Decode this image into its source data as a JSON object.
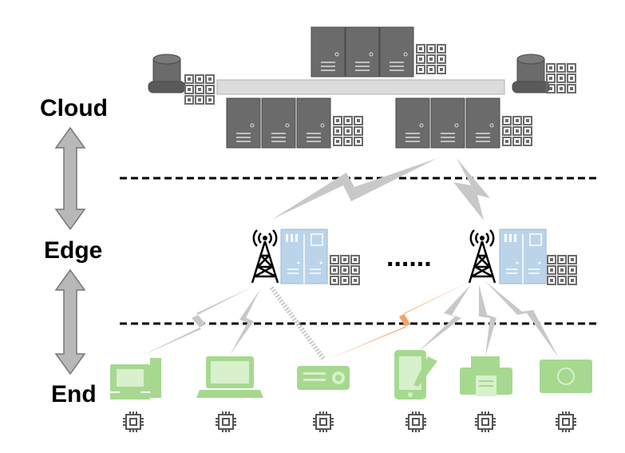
{
  "tiers": {
    "cloud": "Cloud",
    "edge": "Edge",
    "end": "End"
  },
  "edge_separator": "......",
  "colors": {
    "server": "#6b6b6b",
    "server_dark": "#555555",
    "edge_server": "#bcd4ea",
    "device": "#a6d98f",
    "link": "#c8c8c8",
    "link_highlight": "#f4a46a",
    "arrow": "#b5b5b5",
    "tower": "#000000"
  },
  "icons": {
    "cloud_servers": "server-rack-icon",
    "database": "database-icon",
    "processor_cluster": "processor-cluster-icon",
    "tower": "radio-tower-icon",
    "edge_server": "edge-server-icon",
    "chip": "chip-icon",
    "devices": [
      "desktop-computer-icon",
      "laptop-icon",
      "projector-icon",
      "tablet-icon",
      "printer-icon",
      "camera-icon"
    ]
  }
}
